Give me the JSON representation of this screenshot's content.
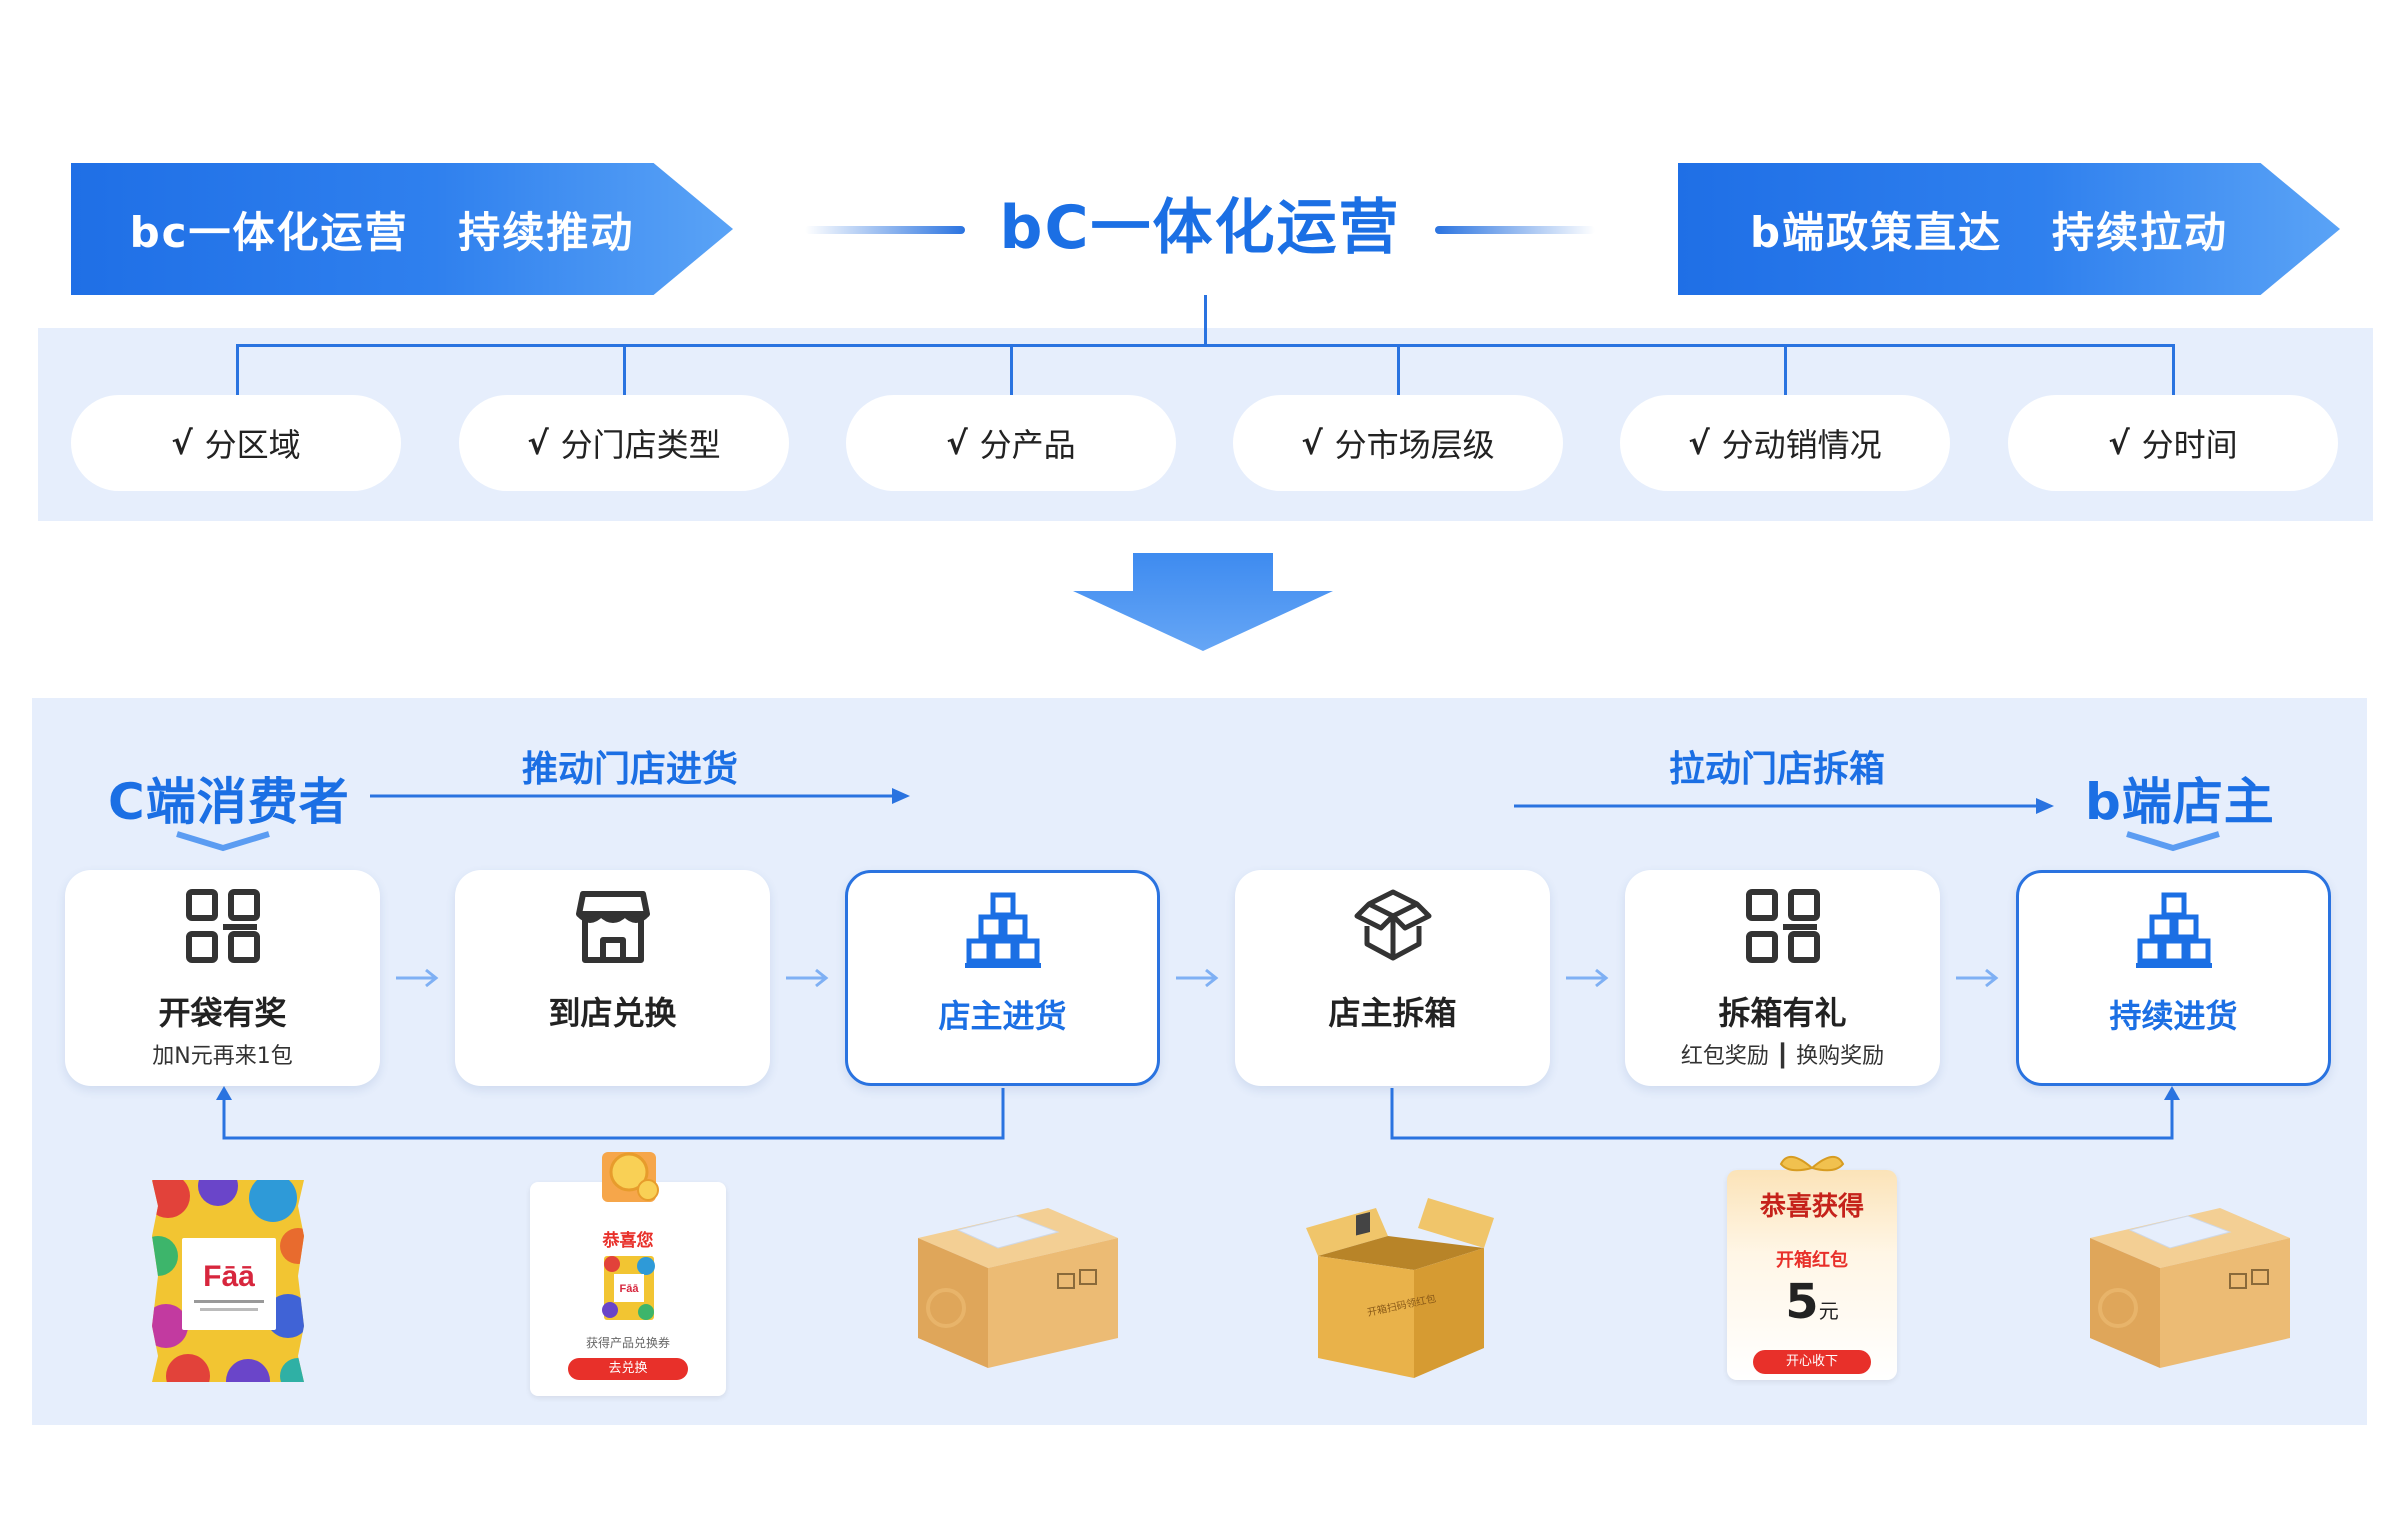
{
  "header": {
    "left_banner": "bc一体化运营   持续推动",
    "center_title": "bC一体化运营",
    "right_banner": "b端政策直达   持续拉动"
  },
  "dimensions": [
    {
      "check": "√",
      "label": "分区域"
    },
    {
      "check": "√",
      "label": "分门店类型"
    },
    {
      "check": "√",
      "label": "分产品"
    },
    {
      "check": "√",
      "label": "分市场层级"
    },
    {
      "check": "√",
      "label": "分动销情况"
    },
    {
      "check": "√",
      "label": "分时间"
    }
  ],
  "flow": {
    "consumer_label": "C端消费者",
    "owner_label": "b端店主",
    "push_label": "推动门店进货",
    "pull_label": "拉动门店拆箱",
    "steps": [
      {
        "title": "开袋有奖",
        "subtitle": "加N元再来1包",
        "icon": "qr-code-icon"
      },
      {
        "title": "到店兑换",
        "subtitle": "",
        "icon": "storefront-icon"
      },
      {
        "title": "店主进货",
        "subtitle": "",
        "icon": "stacked-boxes-icon"
      },
      {
        "title": "店主拆箱",
        "subtitle": "",
        "icon": "open-box-icon"
      },
      {
        "title": "拆箱有礼",
        "subtitle": "红包奖励 ┃ 换购奖励",
        "icon": "qr-code-icon"
      },
      {
        "title": "持续进货",
        "subtitle": "",
        "icon": "stacked-boxes-icon"
      }
    ]
  },
  "illustrations": {
    "snack_bag_brand": "Fāā",
    "redeem_card": {
      "title": "恭喜您",
      "brand": "Fāā",
      "caption": "获得产品兑换券",
      "button": "去兑换"
    },
    "box_stamp": "开箱扫码领红包",
    "red_envelope": {
      "title": "恭喜获得",
      "subtitle": "开箱红包",
      "amount": "5",
      "unit": "元",
      "button": "开心收下"
    }
  },
  "colors": {
    "primary": "#1b6fe4",
    "panel": "#e6eefc",
    "accent_red": "#e8302a"
  }
}
